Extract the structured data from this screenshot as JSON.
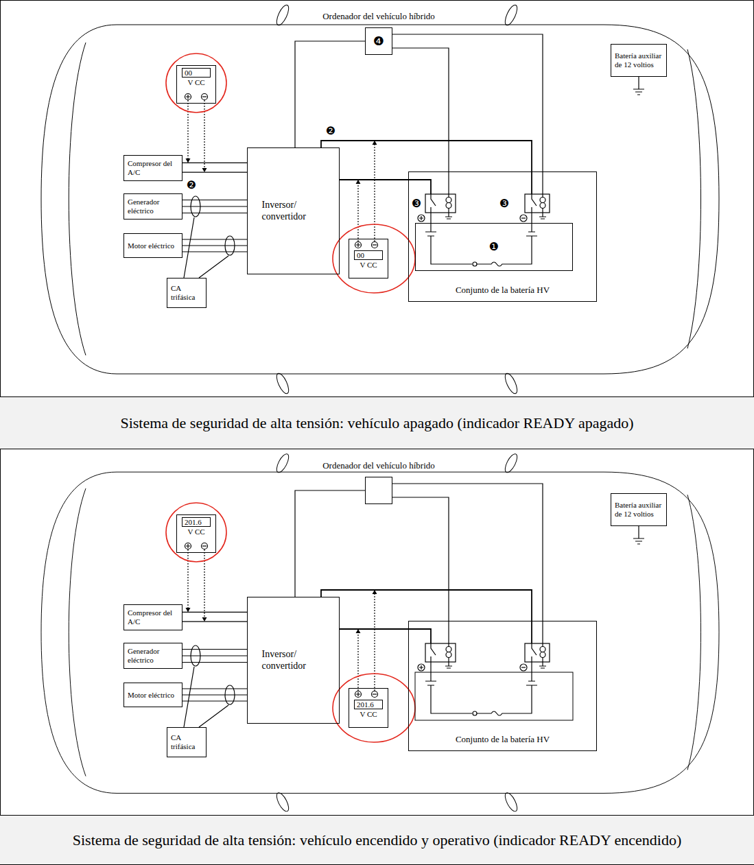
{
  "diagram": {
    "nodes": [
      {
        "text": [
          "Ordenador del vehículo híbrido",
          "❹"
        ]
      },
      {
        "text": [
          "Batería auxiliar de 12 voltios"
        ]
      },
      {
        "text": [
          "00",
          "V CC"
        ]
      },
      {
        "text": [
          "Compresor del A/C"
        ]
      },
      {
        "text": [
          "Inversor/ convertidor"
        ]
      },
      {
        "text": [
          "Generador eléctrico"
        ]
      },
      {
        "text": [
          "00",
          "V CC"
        ]
      },
      {
        "text": [
          "Conjunto de la batería HV"
        ]
      },
      {
        "text": [
          "❶"
        ],
        "in": 7
      },
      {
        "text": [
          "Motor eléctrico"
        ]
      },
      {
        "text": [
          "CA trifásica"
        ]
      },
      {
        "text": [
          "Sistema de seguridad de alta tensión: vehículo apagado (indicador READY apagado)"
        ]
      },
      {
        "text": [
          "Ordenador del vehículo híbrido"
        ]
      },
      {
        "text": [
          "Batería auxiliar de 12 voltios"
        ]
      },
      {
        "text": [
          "201.6",
          "V CC"
        ]
      },
      {
        "text": [
          "Compresor del A/C"
        ]
      },
      {
        "text": [
          "Inversor/ convertidor"
        ]
      },
      {
        "text": [
          "Generador eléctrico"
        ]
      },
      {
        "text": [
          "201.6",
          "V CC"
        ]
      },
      {
        "text": [
          "Conjunto de la batería HV"
        ]
      },
      {
        "text": [
          "Motor eléctrico"
        ]
      },
      {
        "text": [
          "CA trifásica"
        ]
      },
      {
        "text": [
          "Sistema de seguridad de alta tensión: vehículo encendido y operativo (indicador READY encendido)"
        ]
      }
    ],
    "edges": [
      {
        "from": 3,
        "to": 4,
        "arrow": "none"
      },
      {
        "from": 3,
        "to": 4,
        "arrow": "none"
      },
      {
        "from": 5,
        "to": 4,
        "arrow": "none"
      },
      {
        "from": 5,
        "to": 4,
        "arrow": "none"
      },
      {
        "from": 5,
        "to": 4,
        "arrow": "none"
      },
      {
        "from": 9,
        "to": 4,
        "arrow": "none"
      },
      {
        "from": 9,
        "to": 4,
        "arrow": "none"
      },
      {
        "from": 9,
        "to": 4,
        "arrow": "none"
      },
      {
        "from": 4,
        "to": 7,
        "arrow": "none"
      },
      {
        "from": 4,
        "to": 7,
        "arrow": "none"
      },
      {
        "from": 0,
        "to": 4,
        "arrow": "none"
      },
      {
        "from": 0,
        "to": 7,
        "arrow": "none"
      },
      {
        "from": 0,
        "to": 7,
        "arrow": "none"
      },
      {
        "from": 15,
        "to": 16,
        "arrow": "none"
      },
      {
        "from": 15,
        "to": 16,
        "arrow": "none"
      },
      {
        "from": 17,
        "to": 16,
        "arrow": "none"
      },
      {
        "from": 17,
        "to": 16,
        "arrow": "none"
      },
      {
        "from": 17,
        "to": 16,
        "arrow": "none"
      },
      {
        "from": 20,
        "to": 16,
        "arrow": "none"
      },
      {
        "from": 20,
        "to": 16,
        "arrow": "none"
      },
      {
        "from": 20,
        "to": 16,
        "arrow": "none"
      },
      {
        "from": 16,
        "to": 19,
        "arrow": "none"
      },
      {
        "from": 16,
        "to": 19,
        "arrow": "none"
      },
      {
        "from": 12,
        "to": 16,
        "arrow": "none"
      },
      {
        "from": 12,
        "to": 19,
        "arrow": "none"
      },
      {
        "from": 12,
        "to": 19,
        "arrow": "none"
      }
    ],
    "labels": [
      "❷",
      "❷",
      "❸",
      "❸"
    ]
  }
}
